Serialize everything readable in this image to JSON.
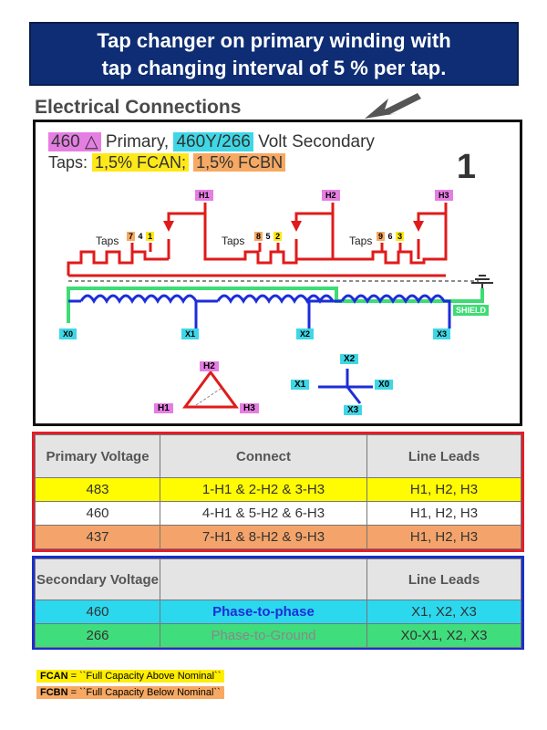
{
  "banner": {
    "line1": "Tap changer on primary winding with",
    "line2": "tap changing interval of 5 % per tap."
  },
  "section_title": "Electrical Connections",
  "diagram": {
    "primary": "460 △",
    "primary_suffix": " Primary, ",
    "secondary": "460Y/266",
    "secondary_suffix": " Volt Secondary",
    "taps_label": "Taps: ",
    "fcan": "1,5% FCAN;",
    "fcbn": "1,5% FCBN",
    "number": "1",
    "taps_word": "Taps",
    "h_terminals": [
      "H1",
      "H2",
      "H3"
    ],
    "x_terminals": [
      "X0",
      "X1",
      "X2",
      "X3"
    ],
    "shield": "SHIELD",
    "tap_groups": [
      [
        "7",
        "4",
        "1"
      ],
      [
        "8",
        "5",
        "2"
      ],
      [
        "9",
        "6",
        "3"
      ]
    ],
    "delta_labels": [
      "H2",
      "H1",
      "H3"
    ],
    "wye_labels": [
      "X2",
      "X1",
      "X0",
      "X3"
    ],
    "colors": {
      "primary_wire": "#e01b1b",
      "secondary_wire": "#1c2ed8",
      "neutral": "#3ddc74",
      "terminal_h": "#e57ee2",
      "terminal_x": "#3fd7e6"
    }
  },
  "primary_table": {
    "headers": [
      "Primary Voltage",
      "Connect",
      "Line Leads"
    ],
    "rows": [
      {
        "voltage": "483",
        "connect": "1-H1 & 2-H2 & 3-H3",
        "leads": "H1, H2, H3"
      },
      {
        "voltage": "460",
        "connect": "4-H1 & 5-H2 & 6-H3",
        "leads": "H1, H2, H3"
      },
      {
        "voltage": "437",
        "connect": "7-H1 & 8-H2 & 9-H3",
        "leads": "H1, H2, H3"
      }
    ]
  },
  "secondary_table": {
    "headers": [
      "Secondary Voltage",
      "",
      "Line Leads"
    ],
    "rows": [
      {
        "voltage": "460",
        "connect": "Phase-to-phase",
        "leads": "X1, X2, X3"
      },
      {
        "voltage": "266",
        "connect": "Phase-to-Ground",
        "leads": "X0-X1, X2, X3"
      }
    ]
  },
  "legend": {
    "fcan_key": "FCAN",
    "fcan_text": " = ``Full Capacity Above Nominal``",
    "fcbn_key": "FCBN",
    "fcbn_text": " = ``Full Capacity Below Nominal``"
  }
}
